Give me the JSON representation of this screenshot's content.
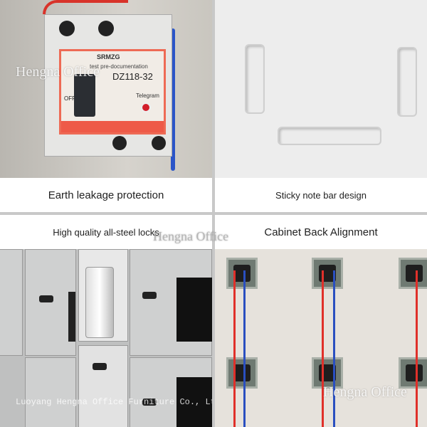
{
  "panels": [
    {
      "caption": "Earth leakage protection"
    },
    {
      "caption": "Sticky note bar design"
    },
    {
      "caption": "High quality all-steel locks"
    },
    {
      "caption": "Cabinet Back Alignment"
    }
  ],
  "breaker": {
    "brand": "SRMZG",
    "model": "DZ118-32",
    "off_label": "OFF",
    "overlay_text": "test pre-documentation",
    "telegram": "Telegram"
  },
  "watermarks": {
    "brand": "Hengna Office",
    "company": "Luoyang Hengna Office Furniture Co., Ltd."
  },
  "colors": {
    "divider": "#c8c8c8",
    "wire_red": "#e0302a",
    "wire_blue": "#2a4fc0"
  }
}
